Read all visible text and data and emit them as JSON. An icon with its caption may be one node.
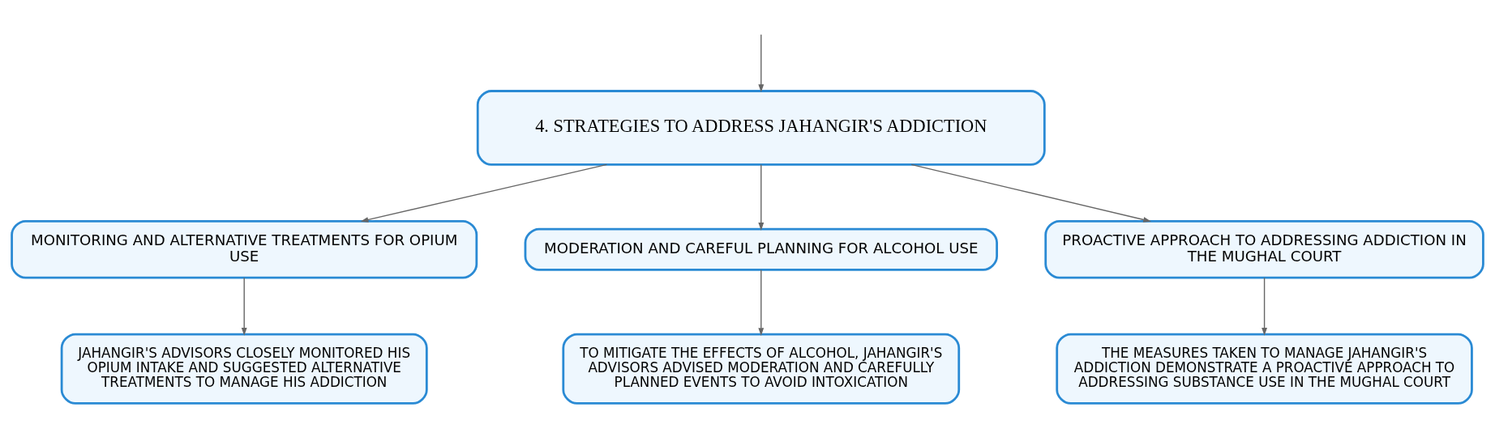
{
  "diagram": {
    "nodes": [
      {
        "text": [
          "4. STRATEGIES TO ADDRESS JAHANGIR'S ADDICTION"
        ]
      },
      {
        "text": [
          "MONITORING AND ALTERNATIVE TREATMENTS FOR OPIUM USE"
        ]
      },
      {
        "text": [
          "MODERATION AND CAREFUL PLANNING FOR ALCOHOL USE"
        ]
      },
      {
        "text": [
          "PROACTIVE APPROACH TO ADDRESSING ADDICTION IN THE MUGHAL COURT"
        ]
      },
      {
        "text": [
          "JAHANGIR'S ADVISORS CLOSELY MONITORED HIS OPIUM INTAKE AND SUGGESTED ALTERNATIVE TREATMENTS TO MANAGE HIS ADDICTION"
        ]
      },
      {
        "text": [
          "TO MITIGATE THE EFFECTS OF ALCOHOL, JAHANGIR'S ADVISORS ADVISED MODERATION AND CAREFULLY PLANNED EVENTS TO AVOID INTOXICATION"
        ]
      },
      {
        "text": [
          "THE MEASURES TAKEN TO MANAGE JAHANGIR'S ADDICTION DEMONSTRATE A PROACTIVE APPROACH TO ADDRESSING SUBSTANCE USE IN THE MUGHAL COURT"
        ]
      }
    ],
    "edges": [
      {
        "from": null,
        "to": 0,
        "arrow": "to"
      },
      {
        "from": 0,
        "to": 1,
        "arrow": "to"
      },
      {
        "from": 0,
        "to": 2,
        "arrow": "to"
      },
      {
        "from": 0,
        "to": 3,
        "arrow": "to"
      },
      {
        "from": 1,
        "to": 4,
        "arrow": "to"
      },
      {
        "from": 2,
        "to": 5,
        "arrow": "to"
      },
      {
        "from": 3,
        "to": 6,
        "arrow": "to"
      }
    ]
  }
}
